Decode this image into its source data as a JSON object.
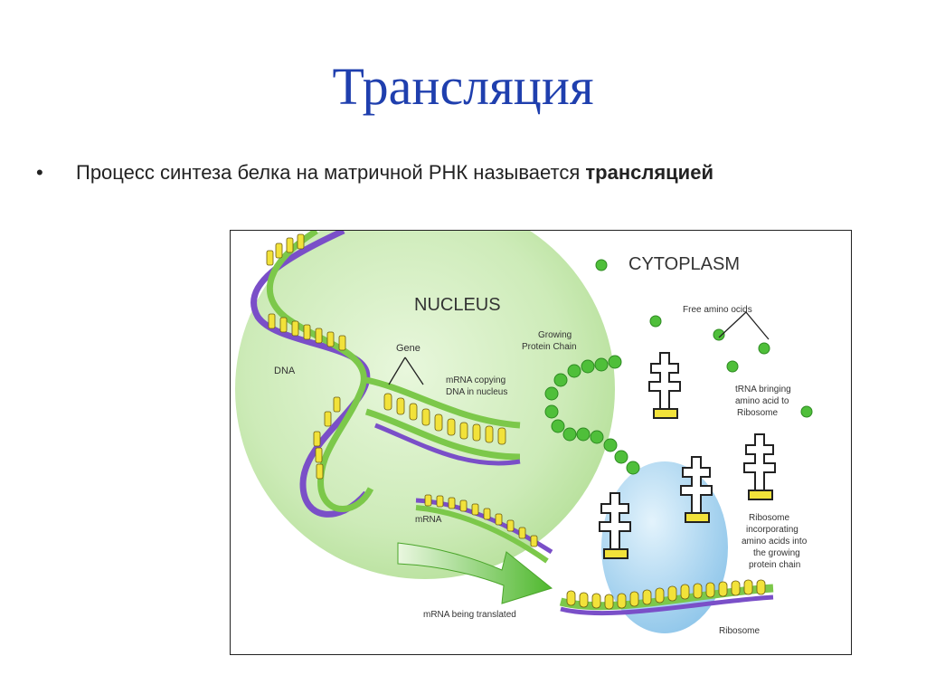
{
  "slide": {
    "title": "Трансляция",
    "bullet": {
      "text": "Процесс синтеза белка на матричной РНК называется ",
      "bold": "трансляцией"
    }
  },
  "diagram": {
    "labels": {
      "cytoplasm": "CYTOPLASM",
      "nucleus": "NUCLEUS",
      "dna": "DNA",
      "gene": "Gene",
      "mrna_copy_1": "mRNA copying",
      "mrna_copy_2": "DNA in nucleus",
      "growing_1": "Growing",
      "growing_2": "Protein Chain",
      "free_amino": "Free amino ocids",
      "trna_1": "tRNA bringing",
      "trna_2": "amino acid to",
      "trna_3": "Ribosome",
      "mrna": "mRNA",
      "ribo_inc_1": "Ribosome",
      "ribo_inc_2": "incorporating",
      "ribo_inc_3": "amino acids into",
      "ribo_inc_4": "the growing",
      "ribo_inc_5": "protein chain",
      "mrna_translated": "mRNA being translated",
      "ribosome": "Ribosome"
    },
    "colors": {
      "nucleus": "#c9eab3",
      "dna_purple": "#7a4fc8",
      "dna_green": "#7cc84a",
      "base_yellow": "#f2e23a",
      "amino_green": "#4fbf3a",
      "ribosome_blue": "#a9d6f2",
      "arrow_green": "#5cc23a"
    }
  }
}
